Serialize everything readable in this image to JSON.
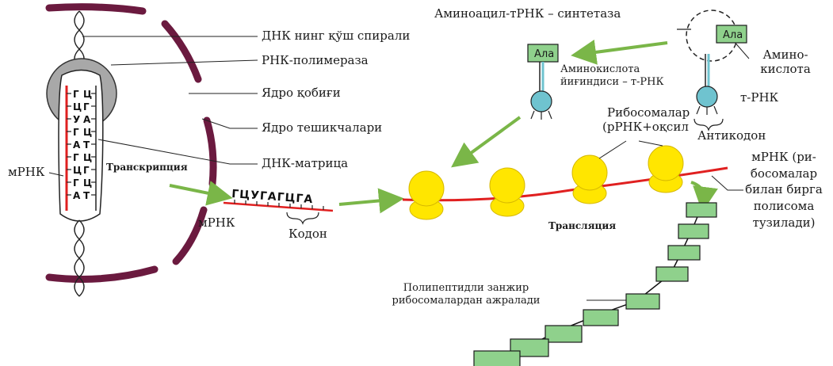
{
  "labels": {
    "dna_double_helix": "ДНК нинг қўш спирали",
    "rna_polymerase": "РНК-полимераза",
    "nuclear_envelope": "Ядро қобиғи",
    "nuclear_pores": "Ядро тешикчалари",
    "dna_template": "ДНК-матрица",
    "mrna_left": "мРНК",
    "transcription": "Транскрипция",
    "mrna_bottom": "мРНК",
    "codon": "Кодон",
    "aminoacyl_synthetase": "Аминоацил-тРНК – синтетаза",
    "ala_right": "Ала",
    "ala_middle": "Ала",
    "amino_acid_line1": "Амино-",
    "amino_acid_line2": "кислота",
    "aa_trna_complex_line1": "Аминокислота",
    "aa_trna_complex_line2": "йиғиндиси – т-РНК",
    "trna": "т-РНК",
    "anticodon": "Антикодон",
    "ribosomes_line1": "Рибосомалар",
    "ribosomes_line2": "(рРНК+оқсил",
    "polysome_line1": "мРНК (ри-",
    "polysome_line2": "босомалар",
    "polysome_line3": "билан бирга",
    "polysome_line4": "полисома",
    "polysome_line5": "тузилади)",
    "translation": "Трансляция",
    "polypeptide_line1": "Полипептидли занжир",
    "polypeptide_line2": "рибосомалардан ажралади"
  },
  "dna_bases_left": [
    "Г",
    "Ц",
    "У",
    "Г",
    "А",
    "Г",
    "Ц",
    "Г",
    "А"
  ],
  "dna_bases_right": [
    "Ц",
    "Г",
    "А",
    "Ц",
    "Т",
    "Ц",
    "Г",
    "Ц",
    "Т"
  ],
  "mrna_sequence": "ГЦУГАГЦГА",
  "colors": {
    "nuclear_envelope": "#6b1a3f",
    "mrna": "#e02020",
    "arrow": "#7ab648",
    "ribosome": "#ffe600",
    "trna": "#6fc3cf",
    "amino_acid_box": "#8fd18c",
    "polymerase": "#a8a8a8"
  }
}
